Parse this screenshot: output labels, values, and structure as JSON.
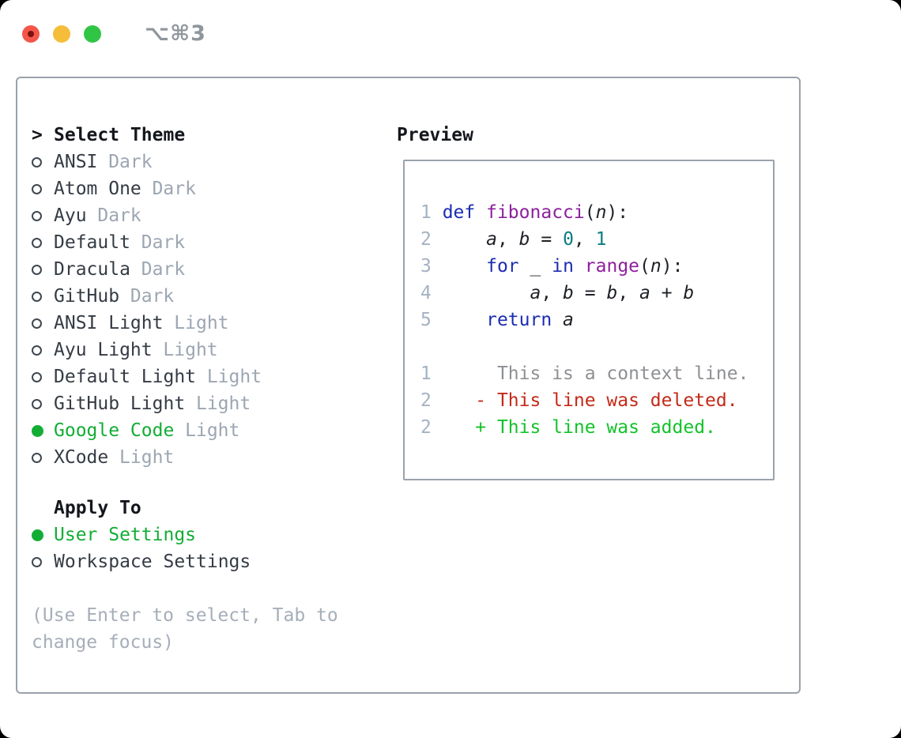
{
  "window": {
    "hotkey": "⌥⌘3"
  },
  "select_theme": {
    "prompt": ">",
    "title": "Select Theme",
    "themes": [
      {
        "name": "ANSI",
        "variant": "Dark",
        "selected": false
      },
      {
        "name": "Atom One",
        "variant": "Dark",
        "selected": false
      },
      {
        "name": "Ayu",
        "variant": "Dark",
        "selected": false
      },
      {
        "name": "Default",
        "variant": "Dark",
        "selected": false
      },
      {
        "name": "Dracula",
        "variant": "Dark",
        "selected": false
      },
      {
        "name": "GitHub",
        "variant": "Dark",
        "selected": false
      },
      {
        "name": "ANSI Light",
        "variant": "Light",
        "selected": false
      },
      {
        "name": "Ayu Light",
        "variant": "Light",
        "selected": false
      },
      {
        "name": "Default Light",
        "variant": "Light",
        "selected": false
      },
      {
        "name": "GitHub Light",
        "variant": "Light",
        "selected": false
      },
      {
        "name": "Google Code",
        "variant": "Light",
        "selected": true
      },
      {
        "name": "XCode",
        "variant": "Light",
        "selected": false
      }
    ]
  },
  "apply_to": {
    "title": "Apply To",
    "options": [
      {
        "label": "User Settings",
        "selected": true
      },
      {
        "label": "Workspace Settings",
        "selected": false
      }
    ]
  },
  "help_text": "(Use Enter to select, Tab to change focus)",
  "preview": {
    "title": "Preview",
    "lines": [
      [
        [
          "1 ",
          "ln"
        ],
        [
          "def",
          "kw"
        ],
        [
          " ",
          "pl"
        ],
        [
          "fibonacci",
          "fn"
        ],
        [
          "(",
          "pl"
        ],
        [
          "n",
          "v"
        ],
        [
          "):",
          "pl"
        ]
      ],
      [
        [
          "2 ",
          "ln"
        ],
        [
          "    ",
          "pl"
        ],
        [
          "a",
          "v"
        ],
        [
          ", ",
          "pl"
        ],
        [
          "b",
          "v"
        ],
        [
          " = ",
          "pl"
        ],
        [
          "0",
          "num"
        ],
        [
          ", ",
          "pl"
        ],
        [
          "1",
          "num"
        ]
      ],
      [
        [
          "3 ",
          "ln"
        ],
        [
          "    ",
          "pl"
        ],
        [
          "for",
          "kw"
        ],
        [
          " ",
          "pl"
        ],
        [
          "_",
          "v"
        ],
        [
          " ",
          "pl"
        ],
        [
          "in",
          "kw"
        ],
        [
          " ",
          "pl"
        ],
        [
          "range",
          "fn"
        ],
        [
          "(",
          "pl"
        ],
        [
          "n",
          "v"
        ],
        [
          "):",
          "pl"
        ]
      ],
      [
        [
          "4 ",
          "ln"
        ],
        [
          "        ",
          "pl"
        ],
        [
          "a",
          "v"
        ],
        [
          ", ",
          "pl"
        ],
        [
          "b",
          "v"
        ],
        [
          " = ",
          "pl"
        ],
        [
          "b",
          "v"
        ],
        [
          ", ",
          "pl"
        ],
        [
          "a",
          "v"
        ],
        [
          " + ",
          "pl"
        ],
        [
          "b",
          "v"
        ]
      ],
      [
        [
          "5 ",
          "ln"
        ],
        [
          "    ",
          "pl"
        ],
        [
          "return",
          "kw"
        ],
        [
          " ",
          "pl"
        ],
        [
          "a",
          "v"
        ]
      ],
      [],
      [
        [
          "1",
          "ln"
        ],
        [
          "      ",
          "pl"
        ],
        [
          "This is a context line.",
          "ctx"
        ]
      ],
      [
        [
          "2",
          "ln"
        ],
        [
          "    ",
          "pl"
        ],
        [
          "- This line was deleted.",
          "del"
        ]
      ],
      [
        [
          "2",
          "ln"
        ],
        [
          "    ",
          "pl"
        ],
        [
          "+ This line was added.",
          "add"
        ]
      ]
    ]
  },
  "colors": {
    "selected_green": "#12ad35",
    "diff_added_green": "#12c32a",
    "diff_deleted_red": "#c42a18",
    "keyword_blue": "#1c2db2",
    "function_purple": "#8e1f9e",
    "number_teal": "#0d7d82",
    "muted_gray": "#9ca6b2",
    "panel_border_gray": "#9aa2ac"
  }
}
